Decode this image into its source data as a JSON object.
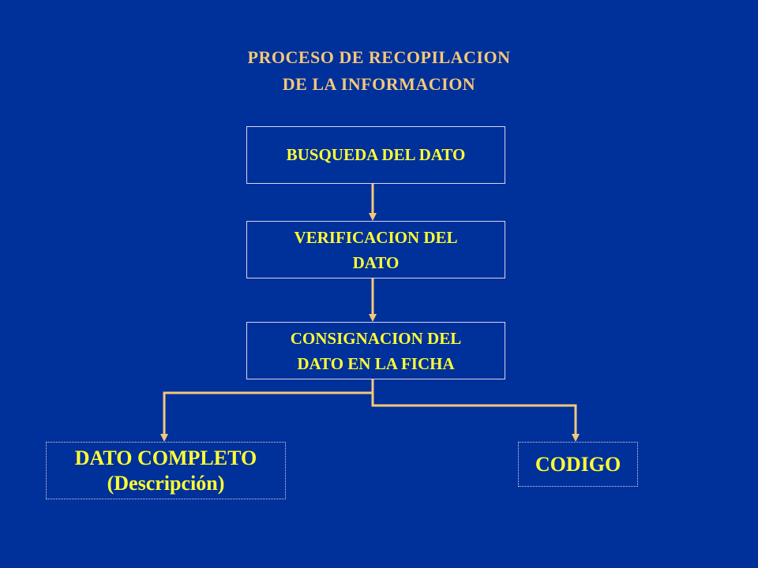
{
  "title": {
    "line1": "PROCESO DE RECOPILACION",
    "line2": "DE LA INFORMACION"
  },
  "nodes": {
    "busqueda": {
      "label": "BUSQUEDA DEL DATO"
    },
    "verificacion": {
      "line1": "VERIFICACION DEL",
      "line2": "DATO"
    },
    "consignacion": {
      "line1": "CONSIGNACION DEL",
      "line2": "DATO EN LA FICHA"
    },
    "completo": {
      "line1": "DATO COMPLETO",
      "line2": "(Descripción)"
    },
    "codigo": {
      "label": "CODIGO"
    }
  },
  "edges": [
    {
      "from": "BUSQUEDA DEL DATO",
      "to": "VERIFICACION DEL DATO"
    },
    {
      "from": "VERIFICACION DEL DATO",
      "to": "CONSIGNACION DEL DATO EN LA FICHA"
    },
    {
      "from": "CONSIGNACION DEL DATO EN LA FICHA",
      "to": "DATO COMPLETO (Descripción)"
    },
    {
      "from": "CONSIGNACION DEL DATO EN LA FICHA",
      "to": "CODIGO"
    }
  ],
  "colors": {
    "background": "#00309a",
    "title": "#f4c87a",
    "node_text": "#ffff33",
    "connector": "#f4c87a",
    "border": "#d8d8e8"
  }
}
